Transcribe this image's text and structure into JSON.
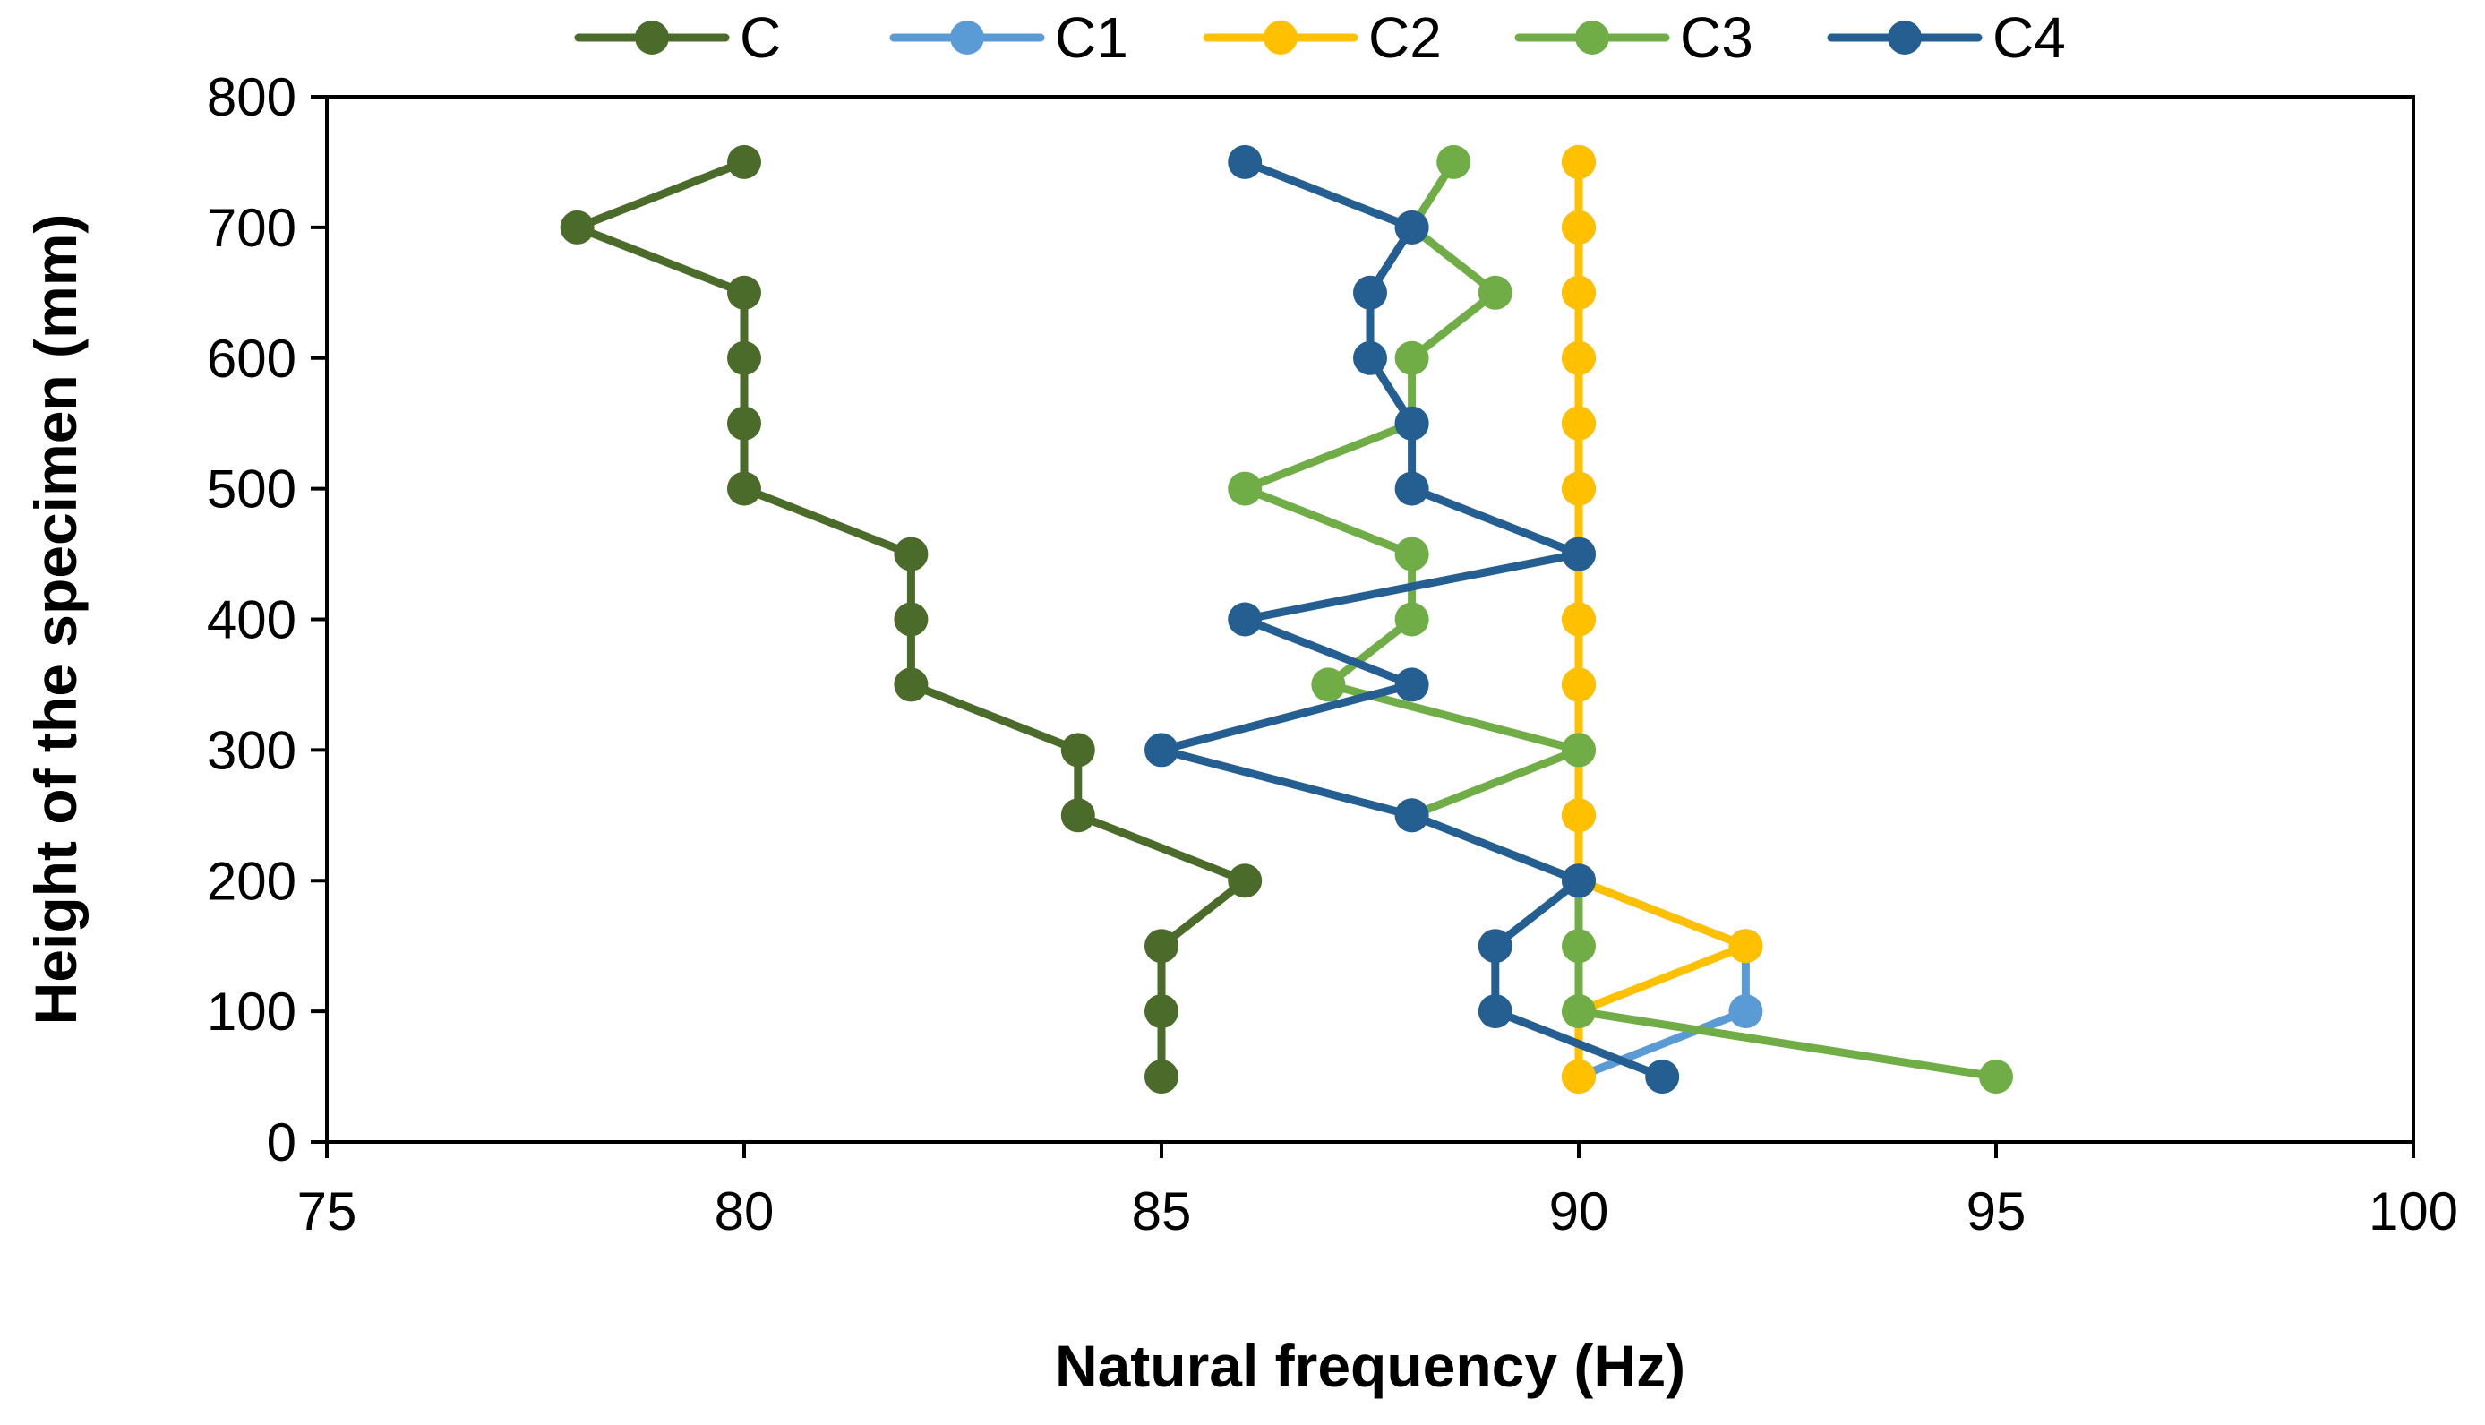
{
  "chart_data": {
    "type": "line",
    "title": "",
    "xlabel": "Natural frequency (Hz)",
    "ylabel": "Height of the specimen (mm)",
    "xlim": [
      75,
      100
    ],
    "ylim": [
      0,
      800
    ],
    "x_ticks": [
      75,
      80,
      85,
      90,
      95,
      100
    ],
    "y_ticks": [
      0,
      100,
      200,
      300,
      400,
      500,
      600,
      700,
      800
    ],
    "grid": false,
    "legend_position": "top",
    "y": [
      50,
      100,
      150,
      200,
      250,
      300,
      350,
      400,
      450,
      500,
      550,
      600,
      650,
      700,
      750
    ],
    "series": [
      {
        "name": "C",
        "color": "#4a6b2a",
        "x": [
          85,
          85,
          85,
          86,
          84,
          84,
          82,
          82,
          82,
          80,
          80,
          80,
          80,
          78,
          80
        ]
      },
      {
        "name": "C1",
        "color": "#5b9bd5",
        "x": [
          90,
          92,
          92,
          90,
          90,
          90,
          90,
          90,
          90,
          90,
          90,
          90,
          90,
          90,
          90
        ]
      },
      {
        "name": "C2",
        "color": "#ffc000",
        "x": [
          90,
          90,
          92,
          90,
          90,
          90,
          90,
          90,
          90,
          90,
          90,
          90,
          90,
          90,
          90
        ]
      },
      {
        "name": "C3",
        "color": "#70ad47",
        "x": [
          95,
          90,
          90,
          90,
          88,
          90,
          87,
          88,
          88,
          86,
          88,
          88,
          89,
          88,
          88.5
        ]
      },
      {
        "name": "C4",
        "color": "#255e91",
        "x": [
          91,
          89,
          89,
          90,
          88,
          85,
          88,
          86,
          90,
          88,
          88,
          87.5,
          87.5,
          88,
          86
        ]
      }
    ]
  }
}
